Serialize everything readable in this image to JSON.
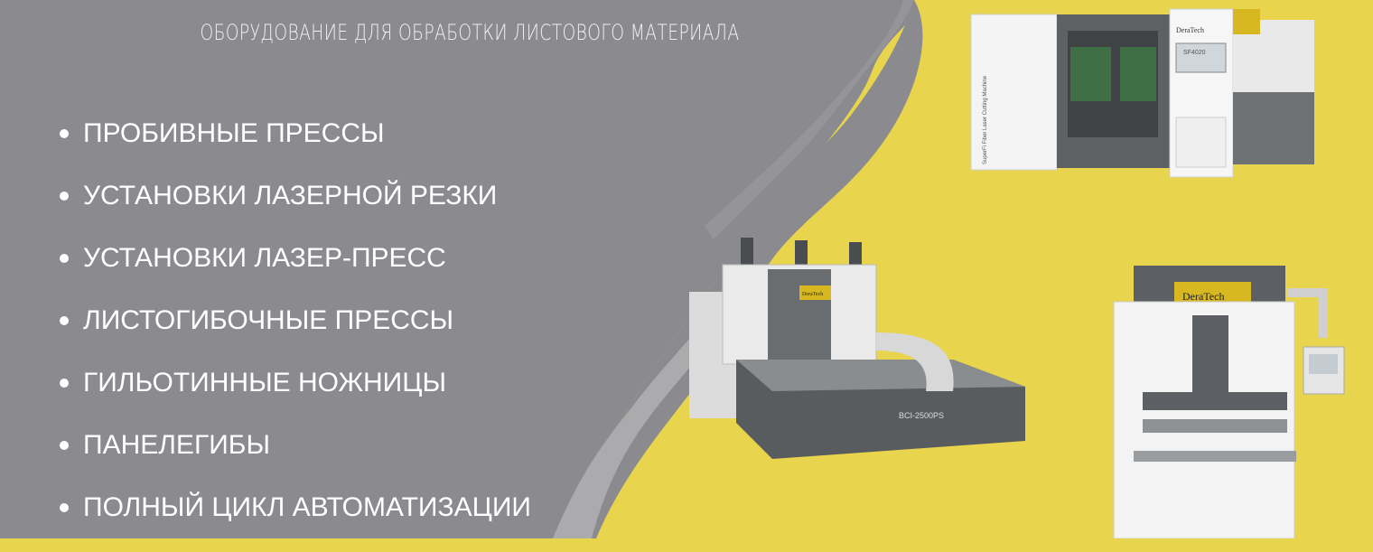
{
  "page": {
    "heading": "ОБОРУДОВАНИЕ ДЛЯ ОБРАБОТКИ ЛИСТОВОГО МАТЕРИАЛА",
    "items": [
      {
        "label": "ПРОБИВНЫЕ ПРЕССЫ"
      },
      {
        "label": "УСТАНОВКИ ЛАЗЕРНОЙ РЕЗКИ"
      },
      {
        "label": "УСТАНОВКИ ЛАЗЕР-ПРЕСС"
      },
      {
        "label": "ЛИСТОГИБОЧНЫЕ ПРЕССЫ"
      },
      {
        "label": "ГИЛЬОТИННЫЕ НОЖНИЦЫ"
      },
      {
        "label": "ПАНЕЛЕГИБЫ"
      },
      {
        "label": "ПОЛНЫЙ ЦИКЛ АВТОМАТИЗАЦИИ"
      }
    ]
  },
  "machines": {
    "laser_brand": "DeraTech",
    "laser_side_text": "SuperFi Fiber Laser Cutting Machine",
    "laser_model": "SF4020",
    "panel_brand": "DeraTech",
    "panel_model": "BCI-2500PS",
    "brake_brand": "DeraTech"
  },
  "colors": {
    "background_yellow": "#e8d44d",
    "panel_gray": "#8c8c90",
    "text_white": "#ffffff"
  }
}
